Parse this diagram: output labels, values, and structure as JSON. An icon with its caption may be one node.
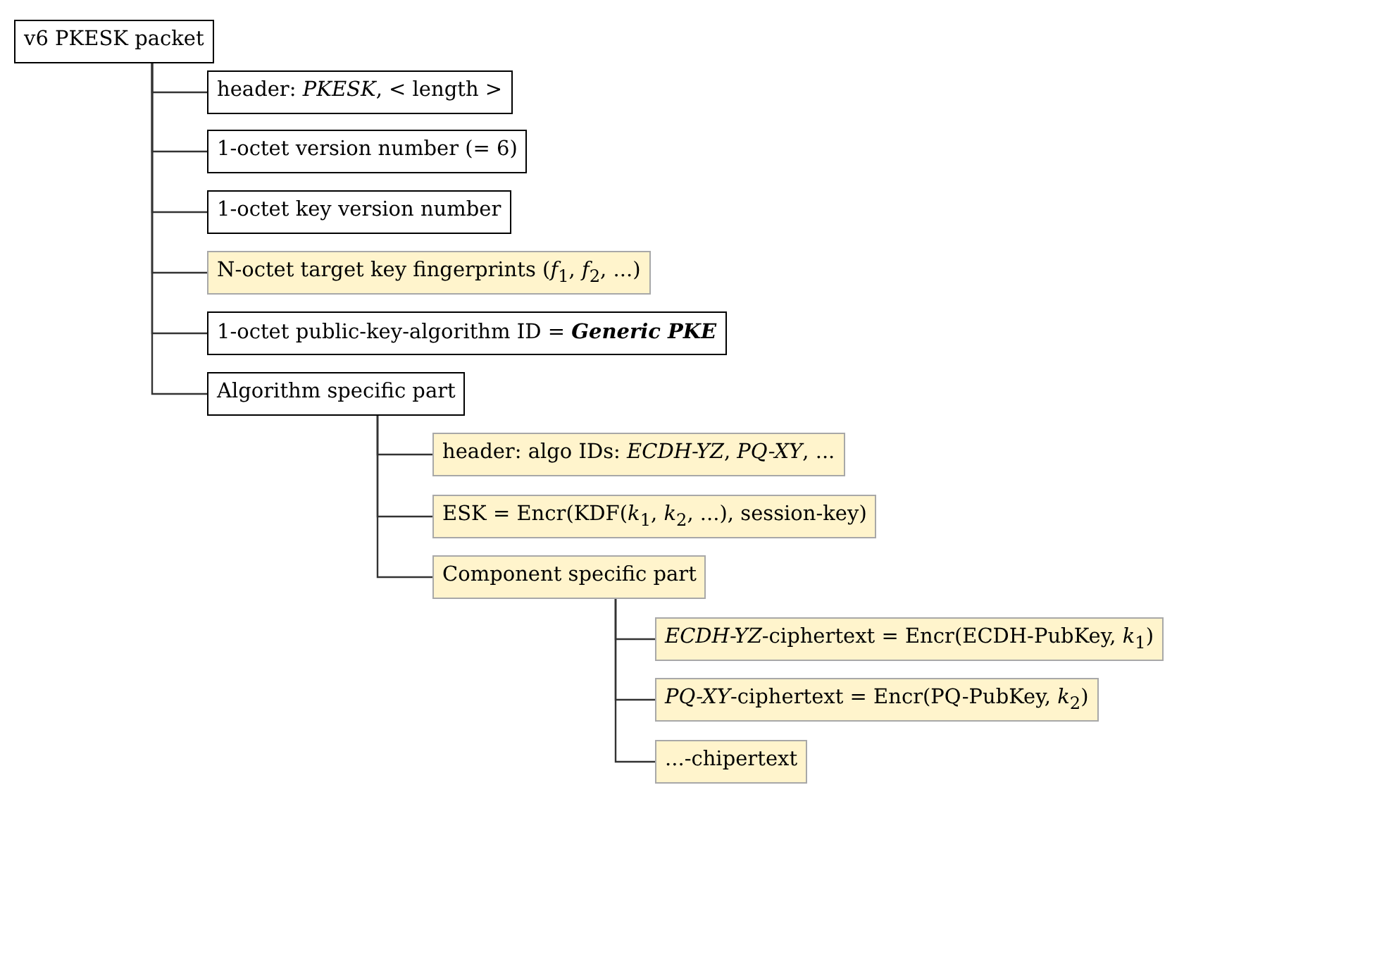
{
  "diagram": {
    "nodes": [
      {
        "text": [
          "v6 PKESK packet"
        ]
      },
      {
        "text": [
          "header: *PKESK*, < length >"
        ]
      },
      {
        "text": [
          "1-octet version number (= 6)"
        ]
      },
      {
        "text": [
          "1-octet key version number"
        ]
      },
      {
        "text": [
          "N-octet target key fingerprints (*f*$_{1}$, *f*$_{2}$, ...)"
        ]
      },
      {
        "text": [
          "1-octet public-key-algorithm ID = **Generic PKE**"
        ]
      },
      {
        "text": [
          "Algorithm specific part"
        ]
      },
      {
        "text": [
          "header: algo IDs: *ECDH-YZ*, *PQ-XY*, ..."
        ]
      },
      {
        "text": [
          "ESK = Encr(KDF(*k*$_{1}$, *k*$_{2}$, ...), session-key)"
        ]
      },
      {
        "text": [
          "Component specific part"
        ]
      },
      {
        "text": [
          "*ECDH-YZ*-ciphertext = Encr(ECDH-PubKey, *k*$_{1}$)"
        ]
      },
      {
        "text": [
          "*PQ-XY*-ciphertext = Encr(PQ-PubKey, *k*$_{2}$)"
        ]
      },
      {
        "text": [
          "...-chipertext"
        ]
      }
    ],
    "edges": [
      {
        "from": 0,
        "to": 1,
        "arrow": "none"
      },
      {
        "from": 0,
        "to": 2,
        "arrow": "none"
      },
      {
        "from": 0,
        "to": 3,
        "arrow": "none"
      },
      {
        "from": 0,
        "to": 4,
        "arrow": "none"
      },
      {
        "from": 0,
        "to": 5,
        "arrow": "none"
      },
      {
        "from": 0,
        "to": 6,
        "arrow": "none"
      },
      {
        "from": 6,
        "to": 7,
        "arrow": "none"
      },
      {
        "from": 6,
        "to": 8,
        "arrow": "none"
      },
      {
        "from": 6,
        "to": 9,
        "arrow": "none"
      },
      {
        "from": 9,
        "to": 10,
        "arrow": "none"
      },
      {
        "from": 9,
        "to": 11,
        "arrow": "none"
      },
      {
        "from": 9,
        "to": 12,
        "arrow": "none"
      }
    ]
  }
}
